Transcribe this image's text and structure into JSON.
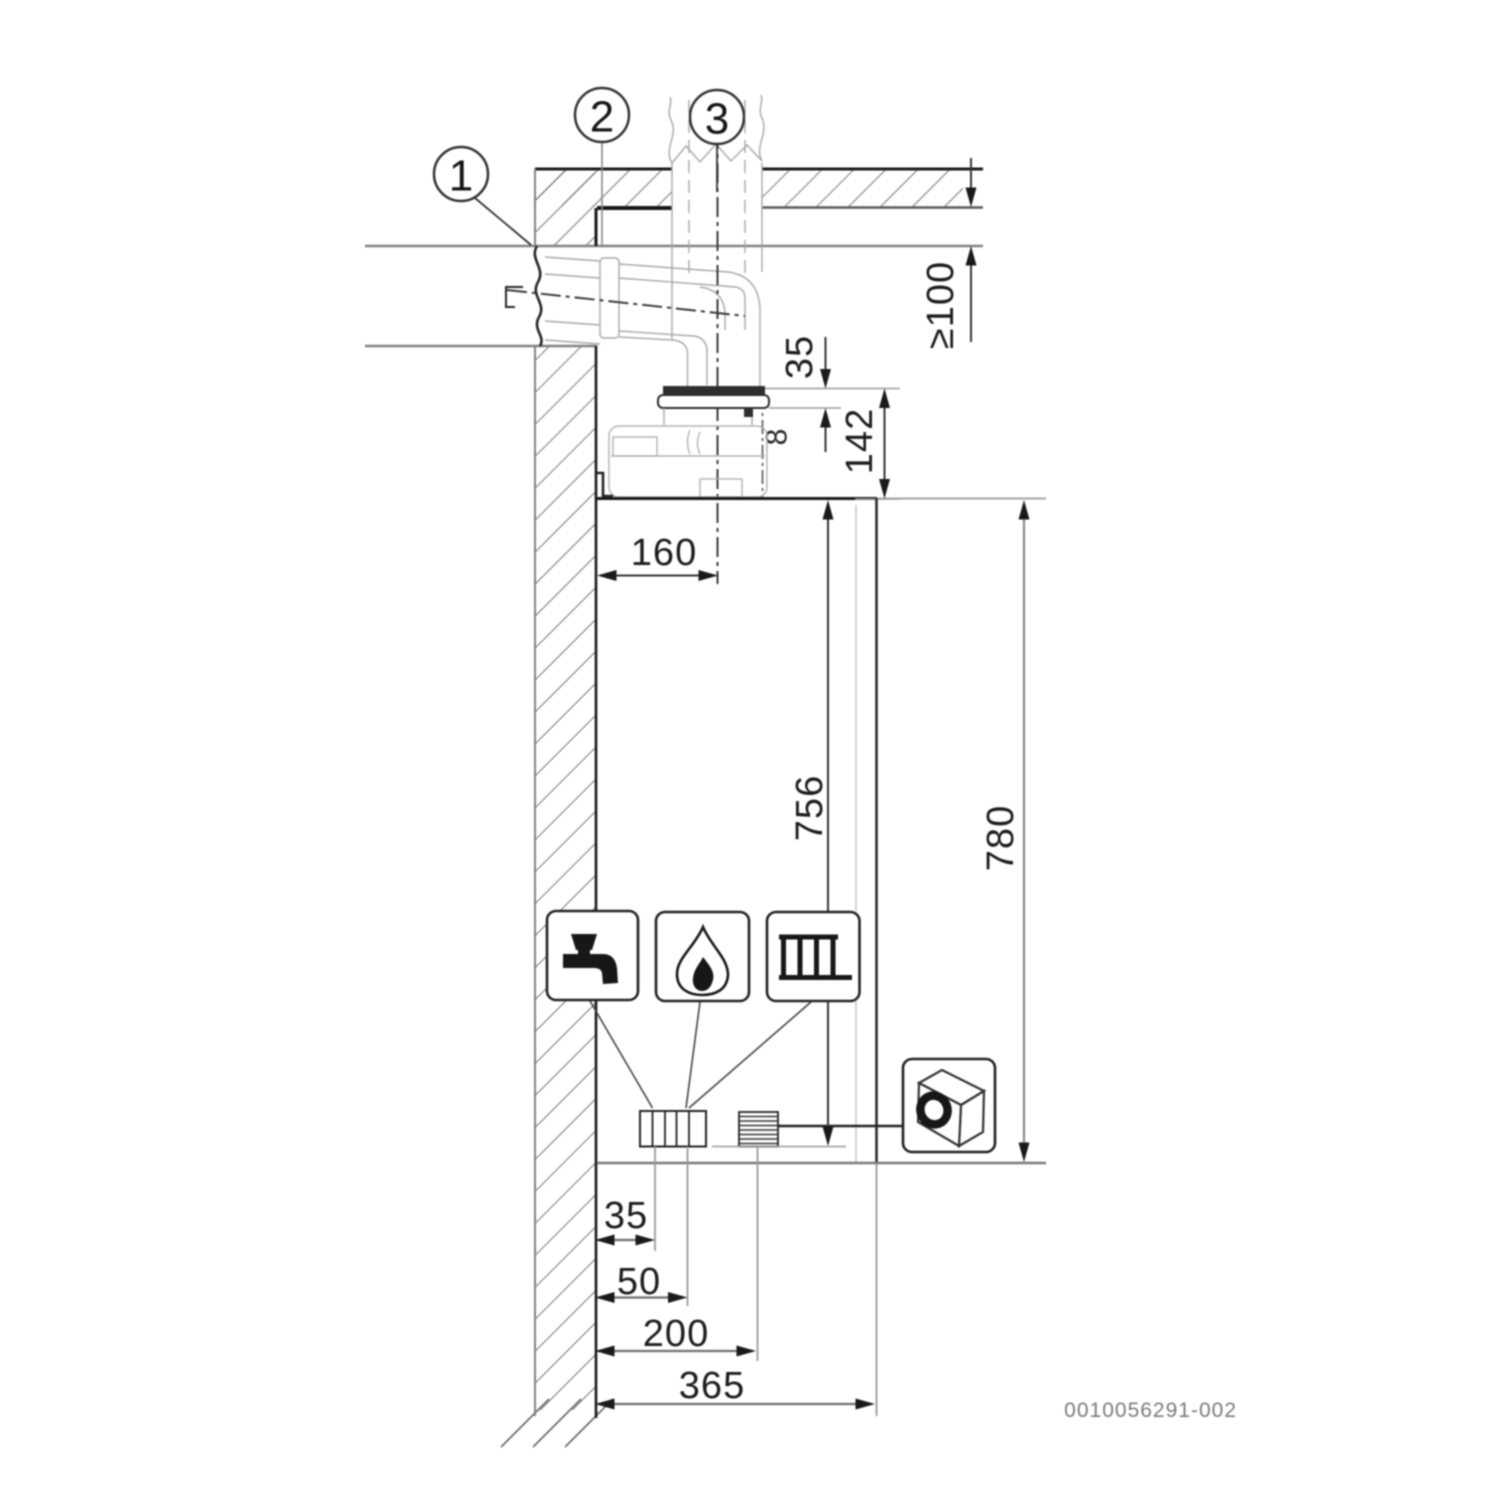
{
  "document": {
    "type": "boiler-installation-clearance-diagram",
    "drawing_number": "0010056291-002"
  },
  "callouts": [
    {
      "id": "callout-1",
      "label": "1"
    },
    {
      "id": "callout-2",
      "label": "2"
    },
    {
      "id": "callout-3",
      "label": "3"
    }
  ],
  "dimensions": {
    "ceiling_clearance": {
      "label": "≥100"
    },
    "flue_collar_offset": {
      "label": "35"
    },
    "flue_assembly_height": {
      "label": "142"
    },
    "flue_center_from_wall": {
      "label": "160"
    },
    "connection_height": {
      "label": "756"
    },
    "appliance_height": {
      "label": "780"
    },
    "water_conn_1_from_wall": {
      "label": "35"
    },
    "water_conn_2_from_wall": {
      "label": "50"
    },
    "gas_conn_from_wall": {
      "label": "200"
    },
    "appliance_depth": {
      "label": "365"
    }
  },
  "labels": {
    "flue_port_diameter": "8",
    "drawing_number": "0010056291-002"
  },
  "icons": [
    {
      "name": "tap-icon",
      "meaning": "domestic hot water connection"
    },
    {
      "name": "flame-icon",
      "meaning": "gas connection"
    },
    {
      "name": "radiator-icon",
      "meaning": "heating circuit connection"
    },
    {
      "name": "pump-icon",
      "meaning": "condensate / pump unit"
    }
  ],
  "colors": {
    "line_dark": "#1a1a1a",
    "line_medium": "#808080",
    "line_light": "#a8a8a8",
    "background": "#ffffff"
  }
}
